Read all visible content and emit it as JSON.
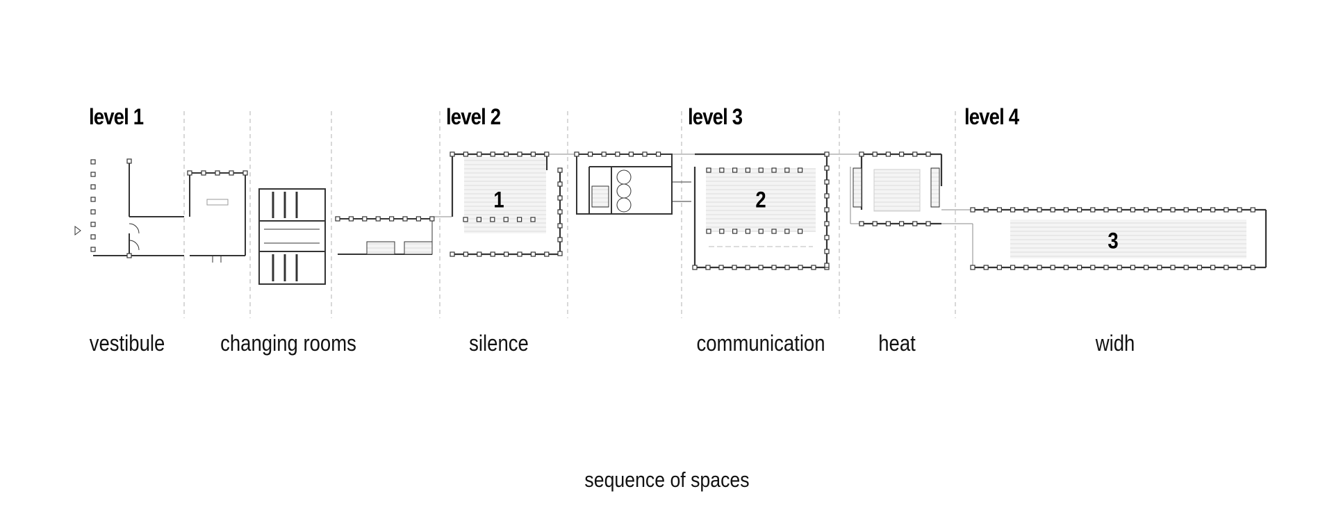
{
  "levels": [
    {
      "label": "level 1"
    },
    {
      "label": "level 2"
    },
    {
      "label": "level 3"
    },
    {
      "label": "level 4"
    }
  ],
  "spaces": [
    {
      "label": "vestibule"
    },
    {
      "label": "changing rooms"
    },
    {
      "label": "silence"
    },
    {
      "label": "communication"
    },
    {
      "label": "heat"
    },
    {
      "label": "widh"
    }
  ],
  "rooms": [
    {
      "number": "1"
    },
    {
      "number": "2"
    },
    {
      "number": "3"
    }
  ],
  "caption": "sequence of spaces",
  "colors": {
    "wall": "#333333",
    "divider": "#bbbbbb",
    "hatch": "#e6e6e6"
  }
}
